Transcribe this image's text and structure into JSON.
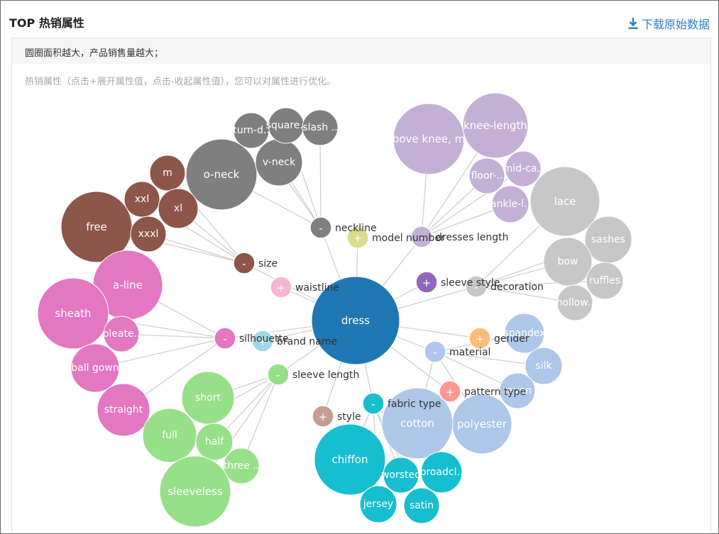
{
  "header": {
    "title": "TOP 热销属性",
    "download_label": "下载原始数据"
  },
  "panel": {
    "note": "圆圈面积越大，产品销售量越大；",
    "hint": "热销属性（点击+展开属性值，点击-收起属性值），您可以对属性进行优化。"
  },
  "chart_data": {
    "type": "bubble-tree",
    "root": {
      "name": "dress",
      "color": "#1f77b4"
    },
    "edge_color": "#cccccc",
    "attributes": [
      {
        "id": "neckline",
        "name": "neckline",
        "color": "#7f7f7f",
        "expanded": true,
        "values": [
          "o-neck",
          "v-neck",
          "square..",
          "slash ..",
          "turn-d.."
        ]
      },
      {
        "id": "model_number",
        "name": "model number",
        "color": "#dbdb8d",
        "expanded": false,
        "values": []
      },
      {
        "id": "dresses_length",
        "name": "dresses length",
        "color": "#c5b0d5",
        "expanded": true,
        "values": [
          "bove knee, m",
          "knee-length",
          "floor-..",
          "mid-ca..",
          "ankle-l.."
        ]
      },
      {
        "id": "size",
        "name": "size",
        "color": "#8c564b",
        "expanded": true,
        "values": [
          "free",
          "m",
          "xxl",
          "xl",
          "xxxl"
        ]
      },
      {
        "id": "waistline",
        "name": "waistline",
        "color": "#f7b6d2",
        "expanded": false,
        "values": []
      },
      {
        "id": "sleeve_style",
        "name": "sleeve style",
        "color": "#9467bd",
        "expanded": false,
        "values": []
      },
      {
        "id": "decoration",
        "name": "decoration",
        "color": "#c7c7c7",
        "expanded": true,
        "values": [
          "lace",
          "sashes",
          "bow",
          "ruffles",
          "hollow.."
        ]
      },
      {
        "id": "silhouette",
        "name": "silhouette",
        "color": "#e377c2",
        "expanded": true,
        "values": [
          "a-line",
          "sheath",
          "pleate..",
          "ball gown",
          "straight"
        ]
      },
      {
        "id": "brand_name",
        "name": "brand name",
        "color": "#9edae5",
        "expanded": false,
        "values": []
      },
      {
        "id": "gender",
        "name": "gender",
        "color": "#ffbb78",
        "expanded": false,
        "values": []
      },
      {
        "id": "material",
        "name": "material",
        "color": "#aec7e8",
        "expanded": true,
        "values": [
          "spandex",
          "silk",
          "rayon",
          "polyester",
          "cotton"
        ]
      },
      {
        "id": "sleeve_length",
        "name": "sleeve length",
        "color": "#98df8a",
        "expanded": true,
        "values": [
          "short",
          "full",
          "half",
          "three ..",
          "sleeveless"
        ]
      },
      {
        "id": "pattern_type",
        "name": "pattern type",
        "color": "#ff9896",
        "expanded": false,
        "values": []
      },
      {
        "id": "style",
        "name": "style",
        "color": "#c49c94",
        "expanded": false,
        "values": []
      },
      {
        "id": "fabric_type",
        "name": "fabric type",
        "color": "#17becf",
        "expanded": true,
        "values": [
          "chiffon",
          "worsted",
          "broadcl..",
          "jersey",
          "satin"
        ]
      }
    ]
  }
}
